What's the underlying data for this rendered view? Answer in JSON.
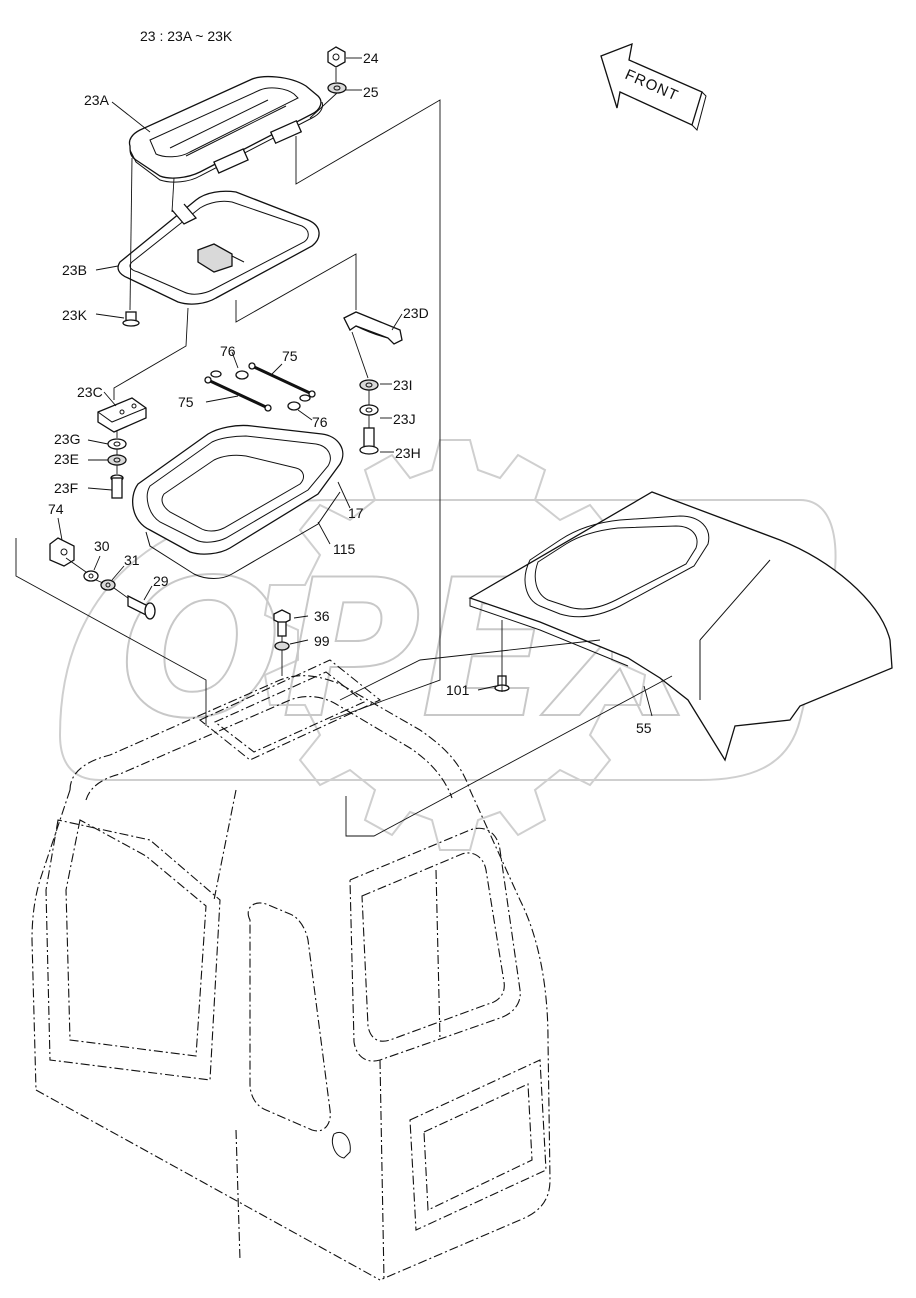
{
  "header": {
    "assembly_note": "23 : 23A ~ 23K"
  },
  "direction": {
    "label": "FRONT"
  },
  "watermark": {
    "text": "OPEX"
  },
  "parts": {
    "p24": "24",
    "p25": "25",
    "p23A": "23A",
    "p23B": "23B",
    "p23K": "23K",
    "p23D": "23D",
    "p76a": "76",
    "p75a": "75",
    "p75b": "75",
    "p76b": "76",
    "p23I": "23I",
    "p23J": "23J",
    "p23H": "23H",
    "p23C": "23C",
    "p23G": "23G",
    "p23E": "23E",
    "p23F": "23F",
    "p17": "17",
    "p115": "115",
    "p74": "74",
    "p30": "30",
    "p31": "31",
    "p29": "29",
    "p36": "36",
    "p99": "99",
    "p101": "101",
    "p55": "55"
  },
  "colors": {
    "line": "#111111",
    "watermark": "#cfcfcf",
    "fill_gray": "#d9d9d9"
  }
}
